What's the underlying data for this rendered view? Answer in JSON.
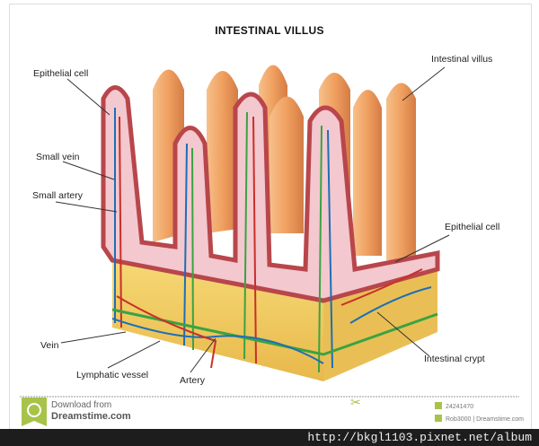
{
  "title": "INTESTINAL VILLUS",
  "labels": {
    "epithelial_cell_left": "Epithelial cell",
    "small_vein": "Small vein",
    "small_artery": "Small artery",
    "vein": "Vein",
    "lymphatic_vessel": "Lymphatic vessel",
    "artery": "Artery",
    "intestinal_villus": "Intestinal villus",
    "epithelial_cell_right": "Epithelial cell",
    "intestinal_crypt": "Intestinal crypt"
  },
  "footer": {
    "download_from": "Download from",
    "site": "Dreamstime.com",
    "image_id": "24241470",
    "credit": "Rob3000 | Dreamstime.com"
  },
  "url": "http://bkgl1103.pixnet.net/album",
  "colors": {
    "villus": "#f0a86a",
    "tissue": "#f2cf60",
    "cut": "#f3c8cf",
    "wall": "#b8464b",
    "vein": "#1d6fb5",
    "artery": "#c8302a",
    "lymph": "#3aa342"
  }
}
